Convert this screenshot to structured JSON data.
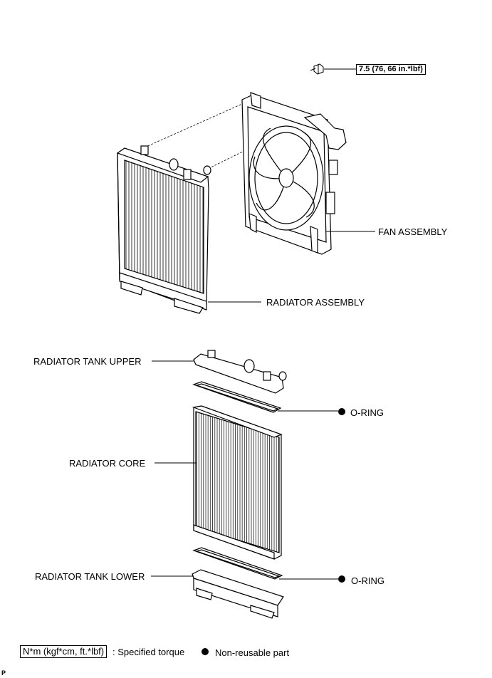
{
  "torque_spec": "7.5 (76, 66 in.*lbf)",
  "labels": {
    "fan_assembly": "FAN ASSEMBLY",
    "radiator_assembly": "RADIATOR ASSEMBLY",
    "radiator_tank_upper": "RADIATOR TANK UPPER",
    "o_ring_upper": "O-RING",
    "radiator_core": "RADIATOR CORE",
    "radiator_tank_lower": "RADIATOR TANK LOWER",
    "o_ring_lower": "O-RING"
  },
  "legend": {
    "torque_units": "N*m (kgf*cm, ft.*lbf)",
    "torque_text": ": Specified torque",
    "nonreusable_text": "Non-reusable part"
  },
  "corner_mark": "P"
}
